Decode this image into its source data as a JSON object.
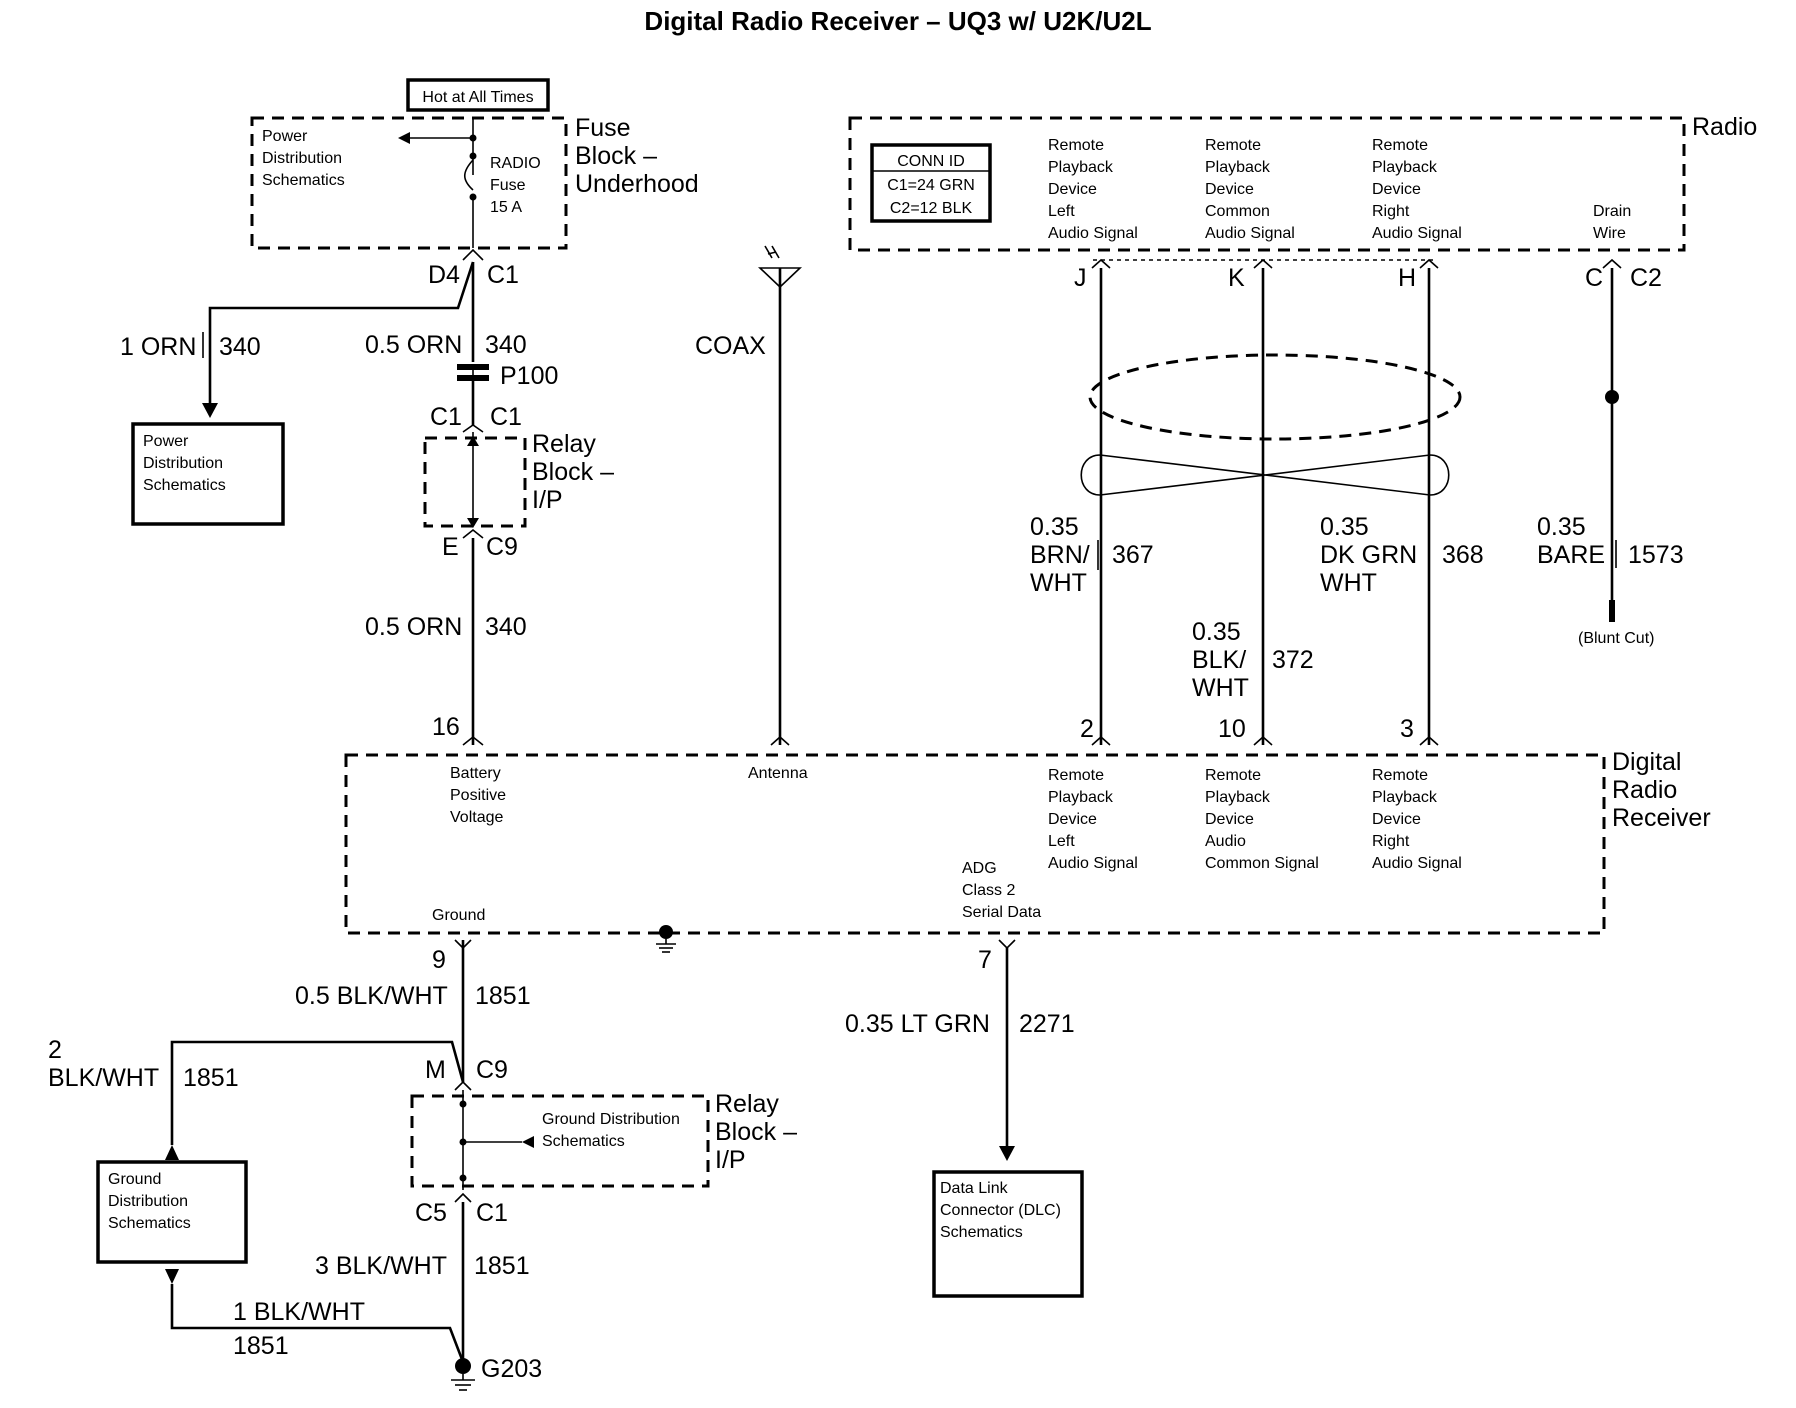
{
  "title": "Digital Radio Receiver – UQ3 w/ U2K/U2L",
  "hot_label": "Hot at All Times",
  "fuse_block": {
    "power_dist": [
      "Power",
      "Distribution",
      "Schematics"
    ],
    "fuse": [
      "RADIO",
      "Fuse",
      "15 A"
    ],
    "name": [
      "Fuse",
      "Block –",
      "Underhood"
    ]
  },
  "left_power": {
    "d4": "D4",
    "c1": "C1",
    "wire_left": "1 ORN",
    "wire_left_circuit": "340",
    "wire_mid": "0.5 ORN",
    "wire_mid_circuit": "340",
    "box": [
      "Power",
      "Distribution",
      "Schematics"
    ],
    "p100": "P100",
    "c1a": "C1",
    "c1b": "C1",
    "relay": [
      "Relay",
      "Block –",
      "I/P"
    ],
    "e": "E",
    "c9": "C9",
    "wire_low": "0.5 ORN",
    "wire_low_circuit": "340",
    "pin16": "16"
  },
  "coax": "COAX",
  "radio": {
    "name": "Radio",
    "conn_id": [
      "CONN ID",
      "C1=24 GRN",
      "C2=12 BLK"
    ],
    "sig_left": [
      "Remote",
      "Playback",
      "Device",
      "Left",
      "Audio Signal"
    ],
    "sig_common": [
      "Remote",
      "Playback",
      "Device",
      "Common",
      "Audio Signal"
    ],
    "sig_right": [
      "Remote",
      "Playback",
      "Device",
      "Right",
      "Audio Signal"
    ],
    "drain": [
      "Drain",
      "Wire"
    ],
    "pins": {
      "j": "J",
      "k": "K",
      "h": "H",
      "c": "C",
      "c2": "C2"
    }
  },
  "wires_right": {
    "brn": [
      "0.35",
      "BRN/",
      "WHT"
    ],
    "brn_circuit": "367",
    "blk": [
      "0.35",
      "BLK/",
      "WHT"
    ],
    "blk_circuit": "372",
    "grn": [
      "0.35",
      "DK GRN",
      "WHT"
    ],
    "grn_circuit": "368",
    "bare": [
      "0.35",
      "BARE"
    ],
    "bare_circuit": "1573",
    "blunt": "(Blunt Cut)",
    "pin2": "2",
    "pin10": "10",
    "pin3": "3"
  },
  "receiver": {
    "name": [
      "Digital",
      "Radio",
      "Receiver"
    ],
    "battery": [
      "Battery",
      "Positive",
      "Voltage"
    ],
    "antenna": "Antenna",
    "rx_left": [
      "Remote",
      "Playback",
      "Device",
      "Left",
      "Audio Signal"
    ],
    "rx_common": [
      "Remote",
      "Playback",
      "Device",
      "Audio",
      "Common Signal"
    ],
    "rx_right": [
      "Remote",
      "Playback",
      "Device",
      "Right",
      "Audio Signal"
    ],
    "adg": [
      "ADG",
      "Class 2",
      "Serial Data"
    ],
    "ground": "Ground"
  },
  "ground_side": {
    "pin9": "9",
    "wire1": "0.5 BLK/WHT",
    "wire1_circuit": "1851",
    "m": "M",
    "c9": "C9",
    "left_wire": [
      "2",
      "BLK/WHT"
    ],
    "left_wire_circuit": "1851",
    "gd_box": [
      "Ground",
      "Distribution",
      "Schematics"
    ],
    "gd_inner": [
      "Ground Distribution",
      "Schematics"
    ],
    "relay": [
      "Relay",
      "Block –",
      "I/P"
    ],
    "c5": "C5",
    "c1": "C1",
    "wire2": "3 BLK/WHT",
    "wire2_circuit": "1851",
    "wire3": "1 BLK/WHT",
    "wire3_circuit": "1851",
    "g203": "G203"
  },
  "data_side": {
    "pin7": "7",
    "wire": "0.35 LT GRN",
    "wire_circuit": "2271",
    "dlc": [
      "Data Link",
      "Connector (DLC)",
      "Schematics"
    ]
  }
}
